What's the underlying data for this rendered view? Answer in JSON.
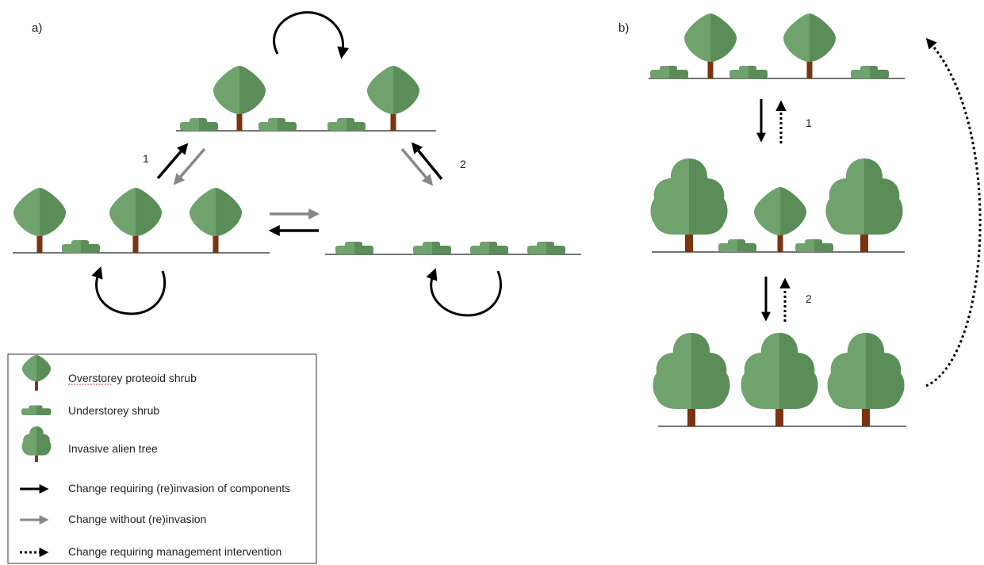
{
  "panel_a": {
    "label": "a)",
    "transition_1": "1",
    "transition_2": "2"
  },
  "panel_b": {
    "label": "b)",
    "transition_1": "1",
    "transition_2": "2"
  },
  "legend": {
    "items": [
      {
        "icon": "proteoid-shrub-icon",
        "text": "Overstorey proteoid shrub"
      },
      {
        "icon": "understorey-shrub-icon",
        "text": "Understorey shrub"
      },
      {
        "icon": "alien-tree-icon",
        "text": "Invasive alien tree"
      },
      {
        "icon": "black-arrow-icon",
        "text": "Change requiring (re)invasion of components"
      },
      {
        "icon": "grey-arrow-icon",
        "text": "Change without (re)invasion"
      },
      {
        "icon": "dotted-arrow-icon",
        "text": "Change requiring management intervention"
      }
    ]
  },
  "colors": {
    "leaf_light": "#6fa26d",
    "leaf_dark": "#5a8d58",
    "trunk": "#7a3411",
    "arrow_black": "#000000",
    "arrow_grey": "#888888",
    "ground": "#222222"
  }
}
